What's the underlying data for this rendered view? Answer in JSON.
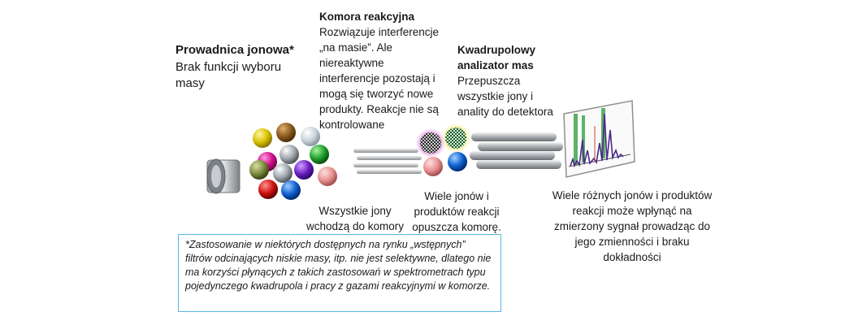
{
  "ion_guide": {
    "title": "Prowadnica jonowa*",
    "description": "Brak funkcji wyboru masy"
  },
  "reaction_cell": {
    "title": "Komora reakcyjna",
    "description": "Rozwiązuje interferencje „na masie”. Ale niereaktywne interferencje pozostają i mogą się tworzyć nowe produkty. Reakcje nie są kontrolowane"
  },
  "quadrupole": {
    "title": "Kwadrupolowy analizator mas",
    "description": "Przepuszcza wszystkie jony i anality do detektora"
  },
  "captions": {
    "all_ions": "Wszystkie jony wchodzą do komory",
    "many_ions": "Wiele jonów i produktów reakcji opuszcza komorę.",
    "different_ions": "Wiele różnych jonów i produktów reakcji może wpłynąć na zmierzony sygnał prowadząc do jego zmienności i braku dokładności"
  },
  "footnote": "*Zastosowanie w niektórych dostępnych na rynku „wstępnych” filtrów odcinających niskie masy, itp. nie jest selektywne, dlatego nie ma korzyści płynących z takich zastosowań w spektrometrach typu pojedynczego kwadrupola i pracy z gazami reakcyjnymi w komorze.",
  "colors": {
    "note_border": "#5ab7e0",
    "spectrum_green": "#3fa34d",
    "spectrum_purple": "#4b2a8a",
    "highlight_pink": "#e070e0",
    "highlight_yellow": "#f5e65a"
  },
  "icons": [
    "ion-guide-cylinder-icon",
    "ion-sphere-icon",
    "reaction-cell-rods-icon",
    "quadrupole-rods-icon",
    "spectrum-screen-icon"
  ]
}
